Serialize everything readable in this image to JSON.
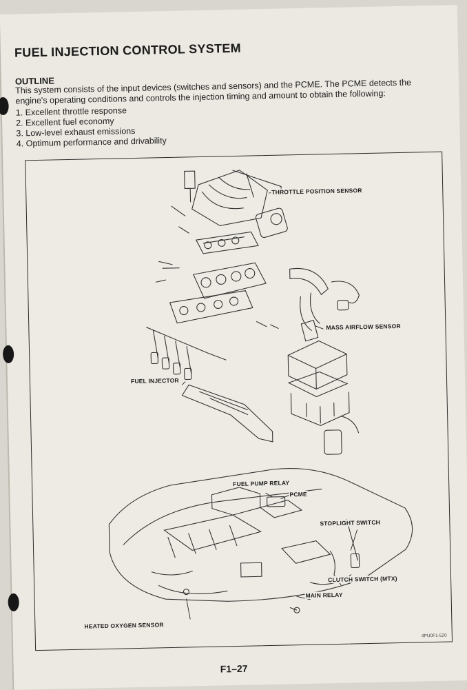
{
  "page": {
    "title": "FUEL INJECTION CONTROL SYSTEM",
    "section_heading": "OUTLINE",
    "intro_text": "This system consists of the input devices (switches and sensors) and the PCME. The PCME detects the engine's operating conditions and controls the injection timing and amount to obtain the following:",
    "list_items": [
      "1. Excellent throttle response",
      "2. Excellent fuel economy",
      "3. Low-level exhaust emissions",
      "4. Optimum performance and drivability"
    ],
    "page_number": "F1–27"
  },
  "figure": {
    "labels": {
      "throttle_position_sensor": "THROTTLE POSITION SENSOR",
      "mass_airflow_sensor": "MASS AIRFLOW SENSOR",
      "fuel_injector": "FUEL INJECTOR",
      "fuel_pump_relay": "FUEL PUMP RELAY",
      "pcme": "PCME",
      "stoplight_switch": "STOPLIGHT SWITCH",
      "clutch_switch": "CLUTCH SWITCH (MTX)",
      "main_relay": "MAIN RELAY",
      "heated_oxygen_sensor": "HEATED OXYGEN SENSOR"
    },
    "figure_code": "4PU0F1-520"
  }
}
